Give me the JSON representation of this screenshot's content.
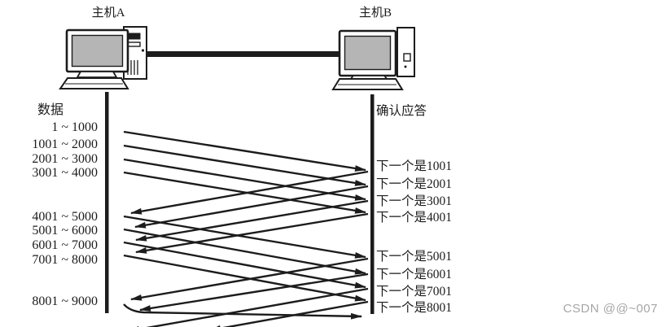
{
  "hosts": {
    "host_a": "主机A",
    "host_b": "主机B"
  },
  "left_column": {
    "title": "数据",
    "labels": [
      "1 ~ 1000",
      "1001 ~ 2000",
      "2001 ~ 3000",
      "3001 ~ 4000",
      "4001 ~ 5000",
      "5001 ~ 6000",
      "6001 ~ 7000",
      "7001 ~ 8000",
      "8001 ~ 9000"
    ]
  },
  "right_column": {
    "title": "确认应答",
    "labels": [
      "下一个是1001",
      "下一个是2001",
      "下一个是3001",
      "下一个是4001",
      "下一个是5001",
      "下一个是6001",
      "下一个是7001",
      "下一个是8001"
    ]
  },
  "watermark": "CSDN @@~007",
  "colors": {
    "ink": "#1c1c1c",
    "screen_fill": "#b5b5b5",
    "watermark": "#a6a6a6"
  }
}
